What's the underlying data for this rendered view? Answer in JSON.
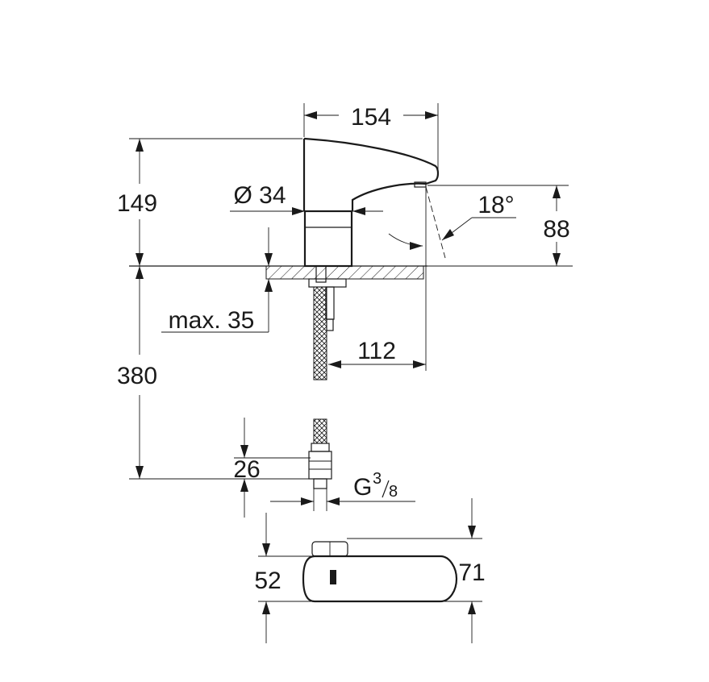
{
  "dimensions": {
    "width_top": "154",
    "height_total": "149",
    "diameter": "Ø 34",
    "angle": "18°",
    "spout_height": "88",
    "max_thickness": "max. 35",
    "hose_length": "380",
    "projection": "112",
    "nut_height": "26",
    "thread_main": "G",
    "thread_num": "3",
    "thread_den": "8",
    "top_view_left": "52",
    "top_view_right": "71"
  }
}
